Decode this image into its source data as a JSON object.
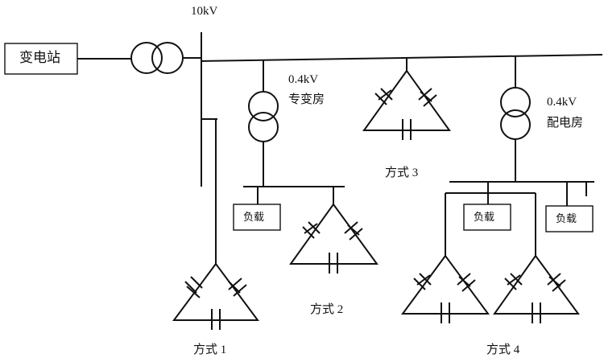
{
  "substation": "变电站",
  "bus_voltage": "10kV",
  "dedicated_room": {
    "voltage": "0.4kV",
    "name": "专变房"
  },
  "distribution_room": {
    "voltage": "0.4kV",
    "name": "配电房"
  },
  "load_label": "负载",
  "modes": {
    "m1": "方式 1",
    "m2": "方式 2",
    "m3": "方式 3",
    "m4": "方式 4"
  }
}
